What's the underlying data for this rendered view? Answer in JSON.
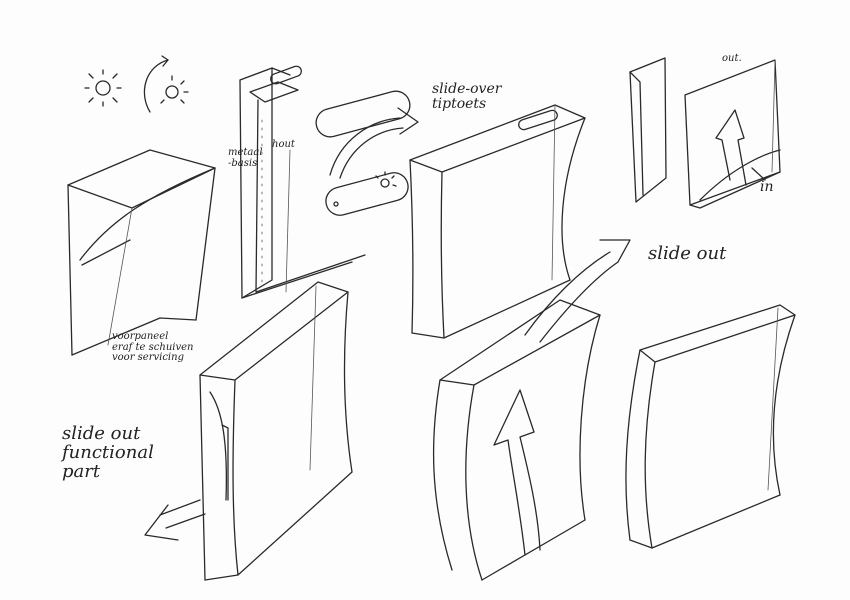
{
  "annotations": {
    "metaal_basis": "metaal\n-basis",
    "hout": "hout",
    "slide_over_tiptoets": "slide-over\ntiptoets",
    "out": "out.",
    "in": "in",
    "slide_out": "slide out",
    "voorpaneel": "voorpaneel\neraf te schuiven\nvoor servicing",
    "slide_out_functional_part": "slide out\nfunctional\npart"
  },
  "icons": [
    "sun-icon",
    "sun-rotate-icon",
    "arrow-right-icon",
    "arrow-up-icon",
    "arrow-down-left-icon"
  ]
}
